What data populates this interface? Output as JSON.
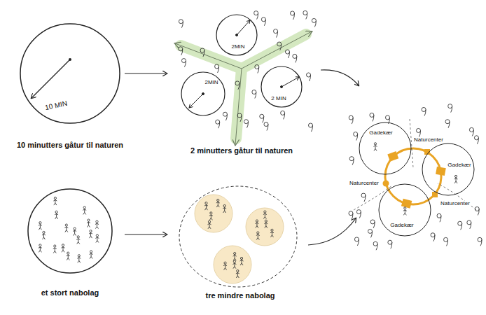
{
  "diagram": {
    "nodes": [
      {
        "text": [
          "10 MIN"
        ]
      },
      {
        "text": [
          "2MIN"
        ]
      },
      {
        "text": [
          "2 MIN"
        ]
      },
      {
        "text": [
          "2MIN"
        ]
      },
      {
        "text": [
          "Gadekær"
        ]
      },
      {
        "text": [
          "Gadekær"
        ]
      },
      {
        "text": [
          "Gadekær"
        ]
      }
    ],
    "labels": [
      "10 minutters gåtur til naturen",
      "2 minutters gåtur til naturen",
      "Naturcenter",
      "Naturcenter",
      "Naturcenter",
      "et stort nabolag",
      "tre mindre nabolag"
    ]
  }
}
